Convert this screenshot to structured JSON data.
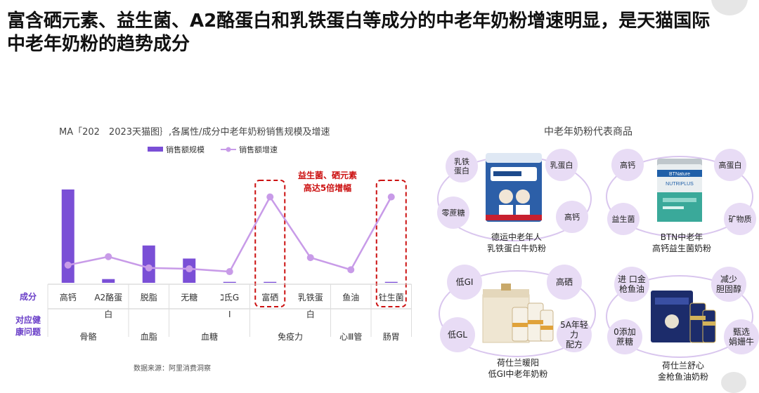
{
  "page": {
    "title": "富含硒元素、益生菌、A2酪蛋白和乳铁蛋白等成分的中老年奶粉增速明显，是天猫国际中老年奶粉的趋势成分"
  },
  "chart_data": {
    "type": "bar",
    "title": "MA「202　2023天猫图｝,各属性/成分中老年奶粉销售规模及增速",
    "legend": [
      "销售额规模",
      "销售额增速"
    ],
    "legend_position": "top-left",
    "row_labels": {
      "ingredient": "成分",
      "health": "对应健康问题"
    },
    "categories": [
      "高钙",
      "A2酪蛋白",
      "脱脂",
      "无糖",
      "ℷ氐GI",
      "富硒",
      "乳铁蛋白",
      "鱼油",
      "钍生菌"
    ],
    "series": [
      {
        "name": "销售额规模",
        "kind": "bar",
        "color": "#7a4fd6",
        "values": [
          100,
          4,
          40,
          26,
          1,
          1,
          0,
          0,
          1
        ]
      },
      {
        "name": "销售额增速",
        "kind": "line",
        "color": "#c89be8",
        "values": [
          19,
          28,
          16,
          15,
          12,
          92,
          27,
          14,
          92
        ]
      }
    ],
    "groups": [
      {
        "label": "骨骼",
        "start": 0,
        "end": 1
      },
      {
        "label": "血脂",
        "start": 2,
        "end": 2
      },
      {
        "label": "血糖",
        "start": 3,
        "end": 4
      },
      {
        "label": "免疫力",
        "start": 5,
        "end": 6
      },
      {
        "label": "心Ⅲ管",
        "start": 7,
        "end": 7
      },
      {
        "label": "肠胃",
        "start": 8,
        "end": 8
      }
    ],
    "highlighted_categories": [
      5,
      8
    ],
    "annotation": {
      "line1": "益生菌、硒元素",
      "line2": "高达5倍增幅",
      "color": "#cc1111"
    },
    "ylim": [
      0,
      100
    ]
  },
  "source": "数据来源：阿里消费洞察",
  "products": {
    "title": "中老年奶粉代表商品",
    "items": [
      {
        "name_line1": "德运中老年人",
        "name_line2": "乳铁蛋白牛奶粉",
        "tags": [
          "乳铁\n蛋白",
          "乳蛋白",
          "零蔗糖",
          "高钙"
        ]
      },
      {
        "name_line1": "BTN中老年",
        "name_line2": "高钙益生菌奶粉",
        "tags": [
          "高钙",
          "高蛋白",
          "益生菌",
          "矿物质"
        ],
        "brand_text": "BTNature",
        "product_text": "NUTRIPLUS"
      },
      {
        "name_line1": "荷仕兰暖阳",
        "name_line2": "低GI中老年奶粉",
        "tags": [
          "低GI",
          "高硒",
          "低GL",
          "5A年轻力\n配方"
        ]
      },
      {
        "name_line1": "荷仕兰舒心",
        "name_line2": "金枪鱼油奶粉",
        "tags": [
          "进 ⼝金\n枪鱼油",
          "减少\n胆固醇",
          "0添加\n蔗糖",
          "甄选\n娟姗牛"
        ]
      }
    ]
  }
}
